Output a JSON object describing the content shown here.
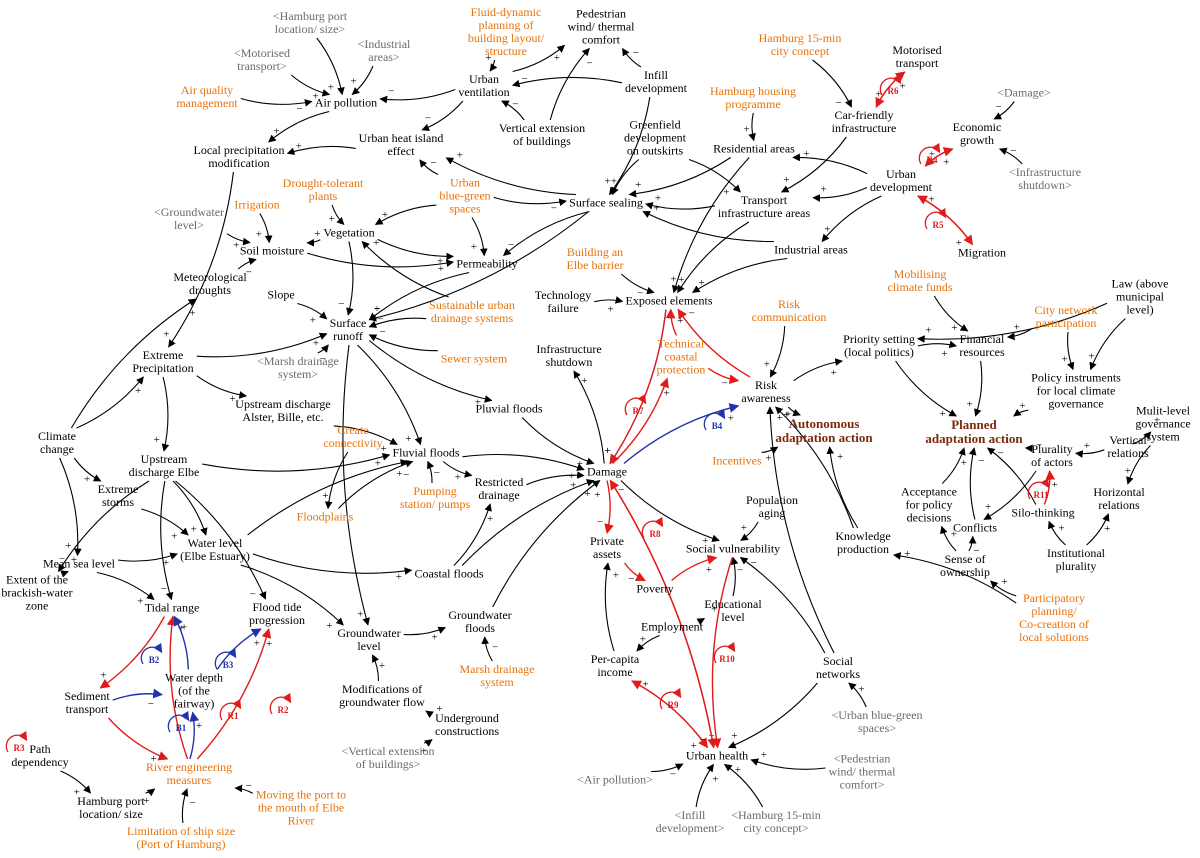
{
  "colors": {
    "black": "#000000",
    "orange": "#e8730a",
    "gray": "#6b6b6b",
    "red": "#e01b1b",
    "blue": "#2233aa",
    "bold_brown": "#7a2a0c"
  },
  "nodes": {
    "hamburg_port_location_top": "<Hamburg port\nlocation/ size>",
    "motorised_transport_top": "<Motorised\ntransport>",
    "industrial_areas_top": "<Industrial\nareas>",
    "air_quality_management": "Air quality\nmanagement",
    "air_pollution": "Air pollution",
    "fluid_dynamic_planning": "Fluid-dynamic\nplanning of\nbuilding layout/\nstructure",
    "pedestrian_comfort": "Pedestrian\nwind/ thermal\ncomfort",
    "urban_ventilation": "Urban\nventilation",
    "infill_development": "Infill\ndevelopment",
    "local_precipitation": "Local precipitation\nmodification",
    "urban_heat_island": "Urban heat island\neffect",
    "vertical_extension": "Vertical extension\nof buildings",
    "greenfield_development": "Greenfield\ndevelopment\non outskirts",
    "hamburg_15min_top": "Hamburg 15-min\ncity concept",
    "motorised_transport": "Motorised\ntransport",
    "car_friendly": "Car-friendly\ninfrastructure",
    "hamburg_housing": "Hamburg housing\nprogramme",
    "damage_ext": "<Damage>",
    "residential_areas": "Residential areas",
    "economic_growth": "Economic\ngrowth",
    "urban_development": "Urban\ndevelopment",
    "infrastructure_shutdown_ext": "<Infrastructure\nshutdown>",
    "drought_tolerant": "Drought-tolerant\nplants",
    "irrigation": "Irrigation",
    "urban_blue_green": "Urban\nblue-green\nspaces",
    "groundwater_level_ext": "<Groundwater\nlevel>",
    "vegetation": "Vegetation",
    "surface_sealing": "Surface sealing",
    "transport_infrastructure": "Transport\ninfrastructure areas",
    "migration": "Migration",
    "soil_moisture": "Soil moisture",
    "permeability": "Permeability",
    "industrial_areas": "Industrial areas",
    "building_elbe_barrier": "Building an\nElbe barrier",
    "meteorological_droughts": "Meteorological\ndroughts",
    "slope": "Slope",
    "surface_runoff": "Surface\nrunoff",
    "sustainable_drainage": "Sustainable urban\ndrainage systems",
    "technology_failure": "Technology\nfailure",
    "exposed_elements": "Exposed elements",
    "mobilising_climate_funds": "Mobilising\nclimate funds",
    "law": "Law (above\nmunicipal level)",
    "risk_communication": "Risk\ncommunication",
    "city_network": "City network\nparticipation",
    "marsh_drainage_ext": "<Marsh drainage\nsystem>",
    "extreme_precipitation": "Extreme\nPrecipitation",
    "sewer_system": "Sewer system",
    "infrastructure_shutdown": "Infrastructure\nshutdown",
    "technical_coastal": "Technical\ncoastal\nprotection",
    "priority_setting": "Priority setting\n(local politics)",
    "financial_resources": "Financial\nresources",
    "upstream_alster": "Upstream discharge\nAlster, Bille, etc.",
    "pluvial_floods": "Pluvial floods",
    "risk_awareness": "Risk\nawareness",
    "policy_instruments": "Policy instruments\nfor local climate\ngovernance",
    "climate_change": "Climate\nchange",
    "create_connectivity": "Create\nconnectivity",
    "fluvial_floods": "Fluvial floods",
    "autonomous_adaptation": "Autonomous\nadaptation action",
    "planned_adaptation": "Planned\nadaptation action",
    "multilevel_governance": "Mulit-level\ngovernance\nsystem",
    "upstream_elbe": "Upstream\ndischarge Elbe",
    "restricted_drainage": "Restricted\ndrainage",
    "damage": "Damage",
    "incentives": "Incentives",
    "vertical_relations": "Vertical\nrelations",
    "plurality_actors": "Plurality\nof actors",
    "extreme_storms": "Extreme\nstorms",
    "pumping_station": "Pumping\nstation/ pumps",
    "population_aging": "Population\naging",
    "horizontal_relations": "Horizontal\nrelations",
    "floodplains": "Floodplains",
    "acceptance": "Acceptance\nfor policy\ndecisions",
    "silo_thinking": "Silo-thinking",
    "private_assets": "Private\nassets",
    "social_vulnerability": "Social vulnerability",
    "knowledge_production": "Knowledge\nproduction",
    "conflicts": "Conflicts",
    "water_level": "Water level\n(Elbe Estuary)",
    "mean_sea_level": "Mean sea level",
    "institutional_plurality": "Institutional\nplurality",
    "coastal_floods": "Coastal floods",
    "sense_ownership": "Sense of\nownership",
    "extent_brackish": "Extent of the\nbrackish-water\nzone",
    "poverty": "Poverty",
    "tidal_range": "Tidal range",
    "flood_tide": "Flood tide\nprogression",
    "groundwater_floods": "Groundwater\nfloods",
    "educational_level": "Educational\nlevel",
    "participatory_planning": "Participatory\nplanning/\nCo-creation of\nlocal solutions",
    "groundwater_level": "Groundwater\nlevel",
    "employment": "Employment",
    "marsh_drainage": "Marsh drainage\nsystem",
    "sediment_transport": "Sediment\ntransport",
    "water_depth": "Water depth\n(of the\nfairway)",
    "modifications_groundwater": "Modifications of\ngroundwater flow",
    "per_capita_income": "Per-capita\nincome",
    "social_networks": "Social\nnetworks",
    "underground_constructions": "Underground\nconstructions",
    "urban_blue_green_ext": "<Urban blue-green\nspaces>",
    "path_dependency": "Path\ndependency",
    "river_engineering": "River engineering\nmeasures",
    "vertical_extension_ext": "<Vertical extension\nof buildings>",
    "pedestrian_ext": "<Pedestrian\nwind/ thermal\ncomfort>",
    "urban_health": "Urban health",
    "air_pollution_ext": "<Air pollution>",
    "hamburg_port_location": "Hamburg port\nlocation/ size",
    "moving_port": "Moving the port to\nthe mouth of Elbe\nRiver",
    "infill_ext": "<Infill\ndevelopment>",
    "hamburg_15min_ext": "<Hamburg 15-min\ncity concept>",
    "limitation_ship": "Limitation of ship size\n(Port of Hamburg)"
  },
  "loops": {
    "R1": "R1",
    "R2": "R2",
    "R3": "R3",
    "R4": "R4",
    "R5": "R5",
    "R6": "R6",
    "R7": "R7",
    "R8": "R8",
    "R9": "R9",
    "R10": "R10",
    "R11": "R11",
    "B1": "B1",
    "B2": "B2",
    "B3": "B3",
    "B4": "B4"
  },
  "edges_black": [
    [
      "hamburg_port_location_top",
      "air_pollution",
      "+"
    ],
    [
      "motorised_transport_top",
      "air_pollution",
      "+"
    ],
    [
      "industrial_areas_top",
      "air_pollution",
      "+"
    ],
    [
      "air_quality_management",
      "air_pollution",
      "−"
    ],
    [
      "urban_ventilation",
      "air_pollution",
      "−"
    ],
    [
      "air_pollution",
      "local_precipitation",
      "+"
    ],
    [
      "fluid_dynamic_planning",
      "urban_ventilation",
      "+"
    ],
    [
      "urban_ventilation",
      "pedestrian_comfort",
      "+"
    ],
    [
      "infill_development",
      "pedestrian_comfort",
      "−"
    ],
    [
      "infill_development",
      "urban_ventilation",
      "−"
    ],
    [
      "vertical_extension",
      "pedestrian_comfort",
      "−"
    ],
    [
      "vertical_extension",
      "urban_ventilation",
      "−"
    ],
    [
      "urban_ventilation",
      "urban_heat_island",
      "−"
    ],
    [
      "urban_heat_island",
      "local_precipitation",
      "+"
    ],
    [
      "infill_development",
      "surface_sealing",
      "+"
    ],
    [
      "greenfield_development",
      "surface_sealing",
      "+"
    ],
    [
      "greenfield_development",
      "transport_infrastructure",
      "+"
    ],
    [
      "hamburg_housing",
      "residential_areas",
      "+"
    ],
    [
      "residential_areas",
      "surface_sealing",
      "+"
    ],
    [
      "residential_areas",
      "exposed_elements",
      "+"
    ],
    [
      "car_friendly",
      "transport_infrastructure",
      "+"
    ],
    [
      "urban_development",
      "residential_areas",
      "+"
    ],
    [
      "urban_development",
      "transport_infrastructure",
      "+"
    ],
    [
      "urban_development",
      "industrial_areas",
      "+"
    ],
    [
      "damage_ext",
      "economic_growth",
      "−"
    ],
    [
      "infrastructure_shutdown_ext",
      "economic_growth",
      "−"
    ],
    [
      "transport_infrastructure",
      "surface_sealing",
      "+"
    ],
    [
      "transport_infrastructure",
      "exposed_elements",
      "+"
    ],
    [
      "industrial_areas",
      "surface_sealing",
      "+"
    ],
    [
      "industrial_areas",
      "exposed_elements",
      "+"
    ],
    [
      "surface_sealing",
      "urban_heat_island",
      "+"
    ],
    [
      "surface_sealing",
      "permeability",
      "−"
    ],
    [
      "surface_sealing",
      "surface_runoff",
      "+"
    ],
    [
      "urban_blue_green",
      "surface_sealing",
      "−"
    ],
    [
      "urban_blue_green",
      "urban_heat_island",
      "−"
    ],
    [
      "urban_blue_green",
      "vegetation",
      "+"
    ],
    [
      "urban_blue_green",
      "permeability",
      "+"
    ],
    [
      "drought_tolerant",
      "vegetation",
      "+"
    ],
    [
      "irrigation",
      "soil_moisture",
      "+"
    ],
    [
      "groundwater_level_ext",
      "soil_moisture",
      "+"
    ],
    [
      "vegetation",
      "soil_moisture",
      "+"
    ],
    [
      "vegetation",
      "permeability",
      "+"
    ],
    [
      "vegetation",
      "surface_runoff",
      "−"
    ],
    [
      "soil_moisture",
      "permeability",
      "+"
    ],
    [
      "meteorological_droughts",
      "soil_moisture",
      "−"
    ],
    [
      "permeability",
      "surface_runoff",
      "−"
    ],
    [
      "slope",
      "surface_runoff",
      "+"
    ],
    [
      "sustainable_drainage",
      "surface_runoff",
      "−"
    ],
    [
      "sustainable_drainage",
      "vegetation",
      "+"
    ],
    [
      "marsh_drainage_ext",
      "surface_runoff",
      "−"
    ],
    [
      "sewer_system",
      "surface_runoff",
      "−"
    ],
    [
      "extreme_precipitation",
      "surface_runoff",
      "+"
    ],
    [
      "local_precipitation",
      "extreme_precipitation",
      "+"
    ],
    [
      "climate_change",
      "extreme_precipitation",
      "+"
    ],
    [
      "climate_change",
      "meteorological_droughts",
      "+"
    ],
    [
      "climate_change",
      "extreme_storms",
      "+"
    ],
    [
      "climate_change",
      "mean_sea_level",
      "+"
    ],
    [
      "extreme_precipitation",
      "upstream_alster",
      "+"
    ],
    [
      "extreme_precipitation",
      "upstream_elbe",
      "+"
    ],
    [
      "surface_runoff",
      "pluvial_floods",
      "+"
    ],
    [
      "surface_runoff",
      "fluvial_floods",
      "+"
    ],
    [
      "surface_runoff",
      "groundwater_level",
      "+"
    ],
    [
      "upstream_alster",
      "fluvial_floods",
      "+"
    ],
    [
      "upstream_elbe",
      "fluvial_floods",
      "+"
    ],
    [
      "upstream_elbe",
      "water_level",
      "+"
    ],
    [
      "upstream_elbe",
      "tidal_range",
      "−"
    ],
    [
      "upstream_elbe",
      "flood_tide",
      "−"
    ],
    [
      "upstream_elbe",
      "extent_brackish",
      "−"
    ],
    [
      "extreme_storms",
      "water_level",
      "+"
    ],
    [
      "mean_sea_level",
      "water_level",
      "+"
    ],
    [
      "mean_sea_level",
      "tidal_range",
      "+"
    ],
    [
      "mean_sea_level",
      "extent_brackish",
      "+"
    ],
    [
      "water_level",
      "fluvial_floods",
      "+"
    ],
    [
      "water_level",
      "coastal_floods",
      "+"
    ],
    [
      "water_level",
      "groundwater_level",
      "+"
    ],
    [
      "create_connectivity",
      "floodplains",
      "+"
    ],
    [
      "floodplains",
      "fluvial_floods",
      "−"
    ],
    [
      "fluvial_floods",
      "restricted_drainage",
      "+"
    ],
    [
      "restricted_drainage",
      "damage",
      "+"
    ],
    [
      "pumping_station",
      "fluvial_floods",
      "−"
    ],
    [
      "coastal_floods",
      "damage",
      "+"
    ],
    [
      "coastal_floods",
      "restricted_drainage",
      "+"
    ],
    [
      "fluvial_floods",
      "damage",
      "+"
    ],
    [
      "pluvial_floods",
      "damage",
      "+"
    ],
    [
      "groundwater_floods",
      "damage",
      "+"
    ],
    [
      "groundwater_level",
      "groundwater_floods",
      "+"
    ],
    [
      "marsh_drainage",
      "groundwater_floods",
      "−"
    ],
    [
      "modifications_groundwater",
      "groundwater_level",
      "+"
    ],
    [
      "underground_constructions",
      "modifications_groundwater",
      "+"
    ],
    [
      "vertical_extension_ext",
      "underground_constructions",
      "+"
    ],
    [
      "technology_failure",
      "exposed_elements",
      "+"
    ],
    [
      "building_elbe_barrier",
      "exposed_elements",
      "−"
    ],
    [
      "exposed_elements",
      "damage",
      "+"
    ],
    [
      "damage",
      "infrastructure_shutdown",
      "+"
    ],
    [
      "risk_communication",
      "risk_awareness",
      "+"
    ],
    [
      "risk_awareness",
      "autonomous_adaptation",
      "+"
    ],
    [
      "risk_awareness",
      "priority_setting",
      "+"
    ],
    [
      "incentives",
      "autonomous_adaptation",
      "+"
    ],
    [
      "knowledge_production",
      "autonomous_adaptation",
      "+"
    ],
    [
      "knowledge_production",
      "risk_awareness",
      "+"
    ],
    [
      "social_networks",
      "risk_awareness",
      "+"
    ],
    [
      "mobilising_climate_funds",
      "financial_resources",
      "+"
    ],
    [
      "law",
      "priority_setting",
      "+"
    ],
    [
      "law",
      "policy_instruments",
      "+"
    ],
    [
      "city_network",
      "financial_resources",
      "+"
    ],
    [
      "city_network",
      "policy_instruments",
      "+"
    ],
    [
      "priority_setting",
      "financial_resources",
      "+"
    ],
    [
      "priority_setting",
      "planned_adaptation",
      "+"
    ],
    [
      "financial_resources",
      "planned_adaptation",
      "+"
    ],
    [
      "policy_instruments",
      "planned_adaptation",
      "+"
    ],
    [
      "multilevel_governance",
      "vertical_relations",
      "+"
    ],
    [
      "multilevel_governance",
      "horizontal_relations",
      "+"
    ],
    [
      "vertical_relations",
      "plurality_actors",
      "+"
    ],
    [
      "plurality_actors",
      "planned_adaptation",
      "−"
    ],
    [
      "plurality_actors",
      "conflicts",
      "+"
    ],
    [
      "institutional_plurality",
      "horizontal_relations",
      "+"
    ],
    [
      "institutional_plurality",
      "silo_thinking",
      "+"
    ],
    [
      "silo_thinking",
      "planned_adaptation",
      "−"
    ],
    [
      "conflicts",
      "planned_adaptation",
      "−"
    ],
    [
      "acceptance",
      "planned_adaptation",
      "+"
    ],
    [
      "sense_ownership",
      "acceptance",
      "+"
    ],
    [
      "sense_ownership",
      "conflicts",
      "−"
    ],
    [
      "participatory_planning",
      "sense_ownership",
      "+"
    ],
    [
      "participatory_planning",
      "knowledge_production",
      "+"
    ],
    [
      "population_aging",
      "social_vulnerability",
      "+"
    ],
    [
      "educational_level",
      "social_vulnerability",
      "−"
    ],
    [
      "educational_level",
      "employment",
      "+"
    ],
    [
      "employment",
      "per_capita_income",
      "+"
    ],
    [
      "per_capita_income",
      "private_assets",
      "+"
    ],
    [
      "social_networks",
      "social_vulnerability",
      "−"
    ],
    [
      "social_networks",
      "urban_health",
      "+"
    ],
    [
      "urban_blue_green_ext",
      "social_networks",
      "+"
    ],
    [
      "pedestrian_ext",
      "urban_health",
      "+"
    ],
    [
      "air_pollution_ext",
      "urban_health",
      "−"
    ],
    [
      "infill_ext",
      "urban_health",
      "+"
    ],
    [
      "hamburg_15min_ext",
      "urban_health",
      "+"
    ],
    [
      "path_dependency",
      "hamburg_port_location",
      "+"
    ],
    [
      "hamburg_port_location",
      "river_engineering",
      "+"
    ],
    [
      "limitation_ship",
      "river_engineering",
      "−"
    ],
    [
      "moving_port",
      "river_engineering",
      "−"
    ],
    [
      "hamburg_15min_top",
      "car_friendly",
      "−"
    ],
    [
      "damage",
      "social_vulnerability",
      "+"
    ]
  ],
  "edges_red": [
    [
      "river_engineering",
      "tidal_range",
      "+"
    ],
    [
      "river_engineering",
      "flood_tide",
      "+"
    ],
    [
      "tidal_range",
      "sediment_transport",
      "+"
    ],
    [
      "sediment_transport",
      "river_engineering",
      "+"
    ],
    [
      "car_friendly",
      "motorised_transport",
      "+"
    ],
    [
      "motorised_transport",
      "car_friendly",
      "+"
    ],
    [
      "urban_development",
      "economic_growth",
      "+"
    ],
    [
      "economic_growth",
      "urban_development",
      "+"
    ],
    [
      "urban_development",
      "migration",
      "+"
    ],
    [
      "migration",
      "urban_development",
      "+"
    ],
    [
      "exposed_elements",
      "damage",
      "+"
    ],
    [
      "damage",
      "technical_coastal",
      "+"
    ],
    [
      "technical_coastal",
      "exposed_elements",
      "+"
    ],
    [
      "technical_coastal",
      "risk_awareness",
      "−"
    ],
    [
      "damage",
      "private_assets",
      "−"
    ],
    [
      "private_assets",
      "poverty",
      "−"
    ],
    [
      "poverty",
      "social_vulnerability",
      "+"
    ],
    [
      "urban_health",
      "per_capita_income",
      "+"
    ],
    [
      "per_capita_income",
      "urban_health",
      "+"
    ],
    [
      "social_vulnerability",
      "urban_health",
      "−"
    ],
    [
      "damage",
      "urban_health",
      "−"
    ],
    [
      "urban_health",
      "damage",
      "−"
    ],
    [
      "risk_awareness",
      "exposed_elements",
      "−"
    ],
    [
      "silo_thinking",
      "plurality_actors",
      "+"
    ]
  ],
  "edges_blue": [
    [
      "damage",
      "risk_awareness",
      "+"
    ],
    [
      "water_depth",
      "tidal_range",
      "+"
    ],
    [
      "water_depth",
      "flood_tide",
      "+"
    ],
    [
      "river_engineering",
      "water_depth",
      "+"
    ],
    [
      "sediment_transport",
      "water_depth",
      "−"
    ]
  ]
}
